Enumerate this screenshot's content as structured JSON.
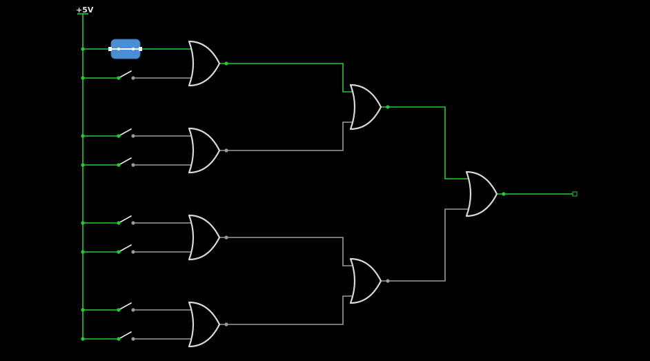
{
  "circuit": {
    "supply_label": "+5V",
    "colors": {
      "background": "#000000",
      "live_wire": "#22cc33",
      "dead_wire": "#9a9a9a",
      "gate_stroke": "#d8d8d8",
      "button_fill": "#4a8fd4",
      "supply_label": "#e8e8e8"
    },
    "inputs": [
      {
        "kind": "push-button",
        "state": "closed"
      },
      {
        "kind": "switch",
        "state": "open"
      },
      {
        "kind": "switch",
        "state": "open"
      },
      {
        "kind": "switch",
        "state": "open"
      },
      {
        "kind": "switch",
        "state": "open"
      },
      {
        "kind": "switch",
        "state": "open"
      },
      {
        "kind": "switch",
        "state": "open"
      },
      {
        "kind": "switch",
        "state": "open"
      }
    ],
    "gates": [
      {
        "type": "OR",
        "stage": 1,
        "output": "high"
      },
      {
        "type": "OR",
        "stage": 1,
        "output": "low"
      },
      {
        "type": "OR",
        "stage": 1,
        "output": "low"
      },
      {
        "type": "OR",
        "stage": 1,
        "output": "low"
      },
      {
        "type": "OR",
        "stage": 2,
        "output": "high"
      },
      {
        "type": "OR",
        "stage": 2,
        "output": "low"
      },
      {
        "type": "OR",
        "stage": 3,
        "output": "high"
      }
    ],
    "output_probe": {
      "state": "high"
    }
  }
}
